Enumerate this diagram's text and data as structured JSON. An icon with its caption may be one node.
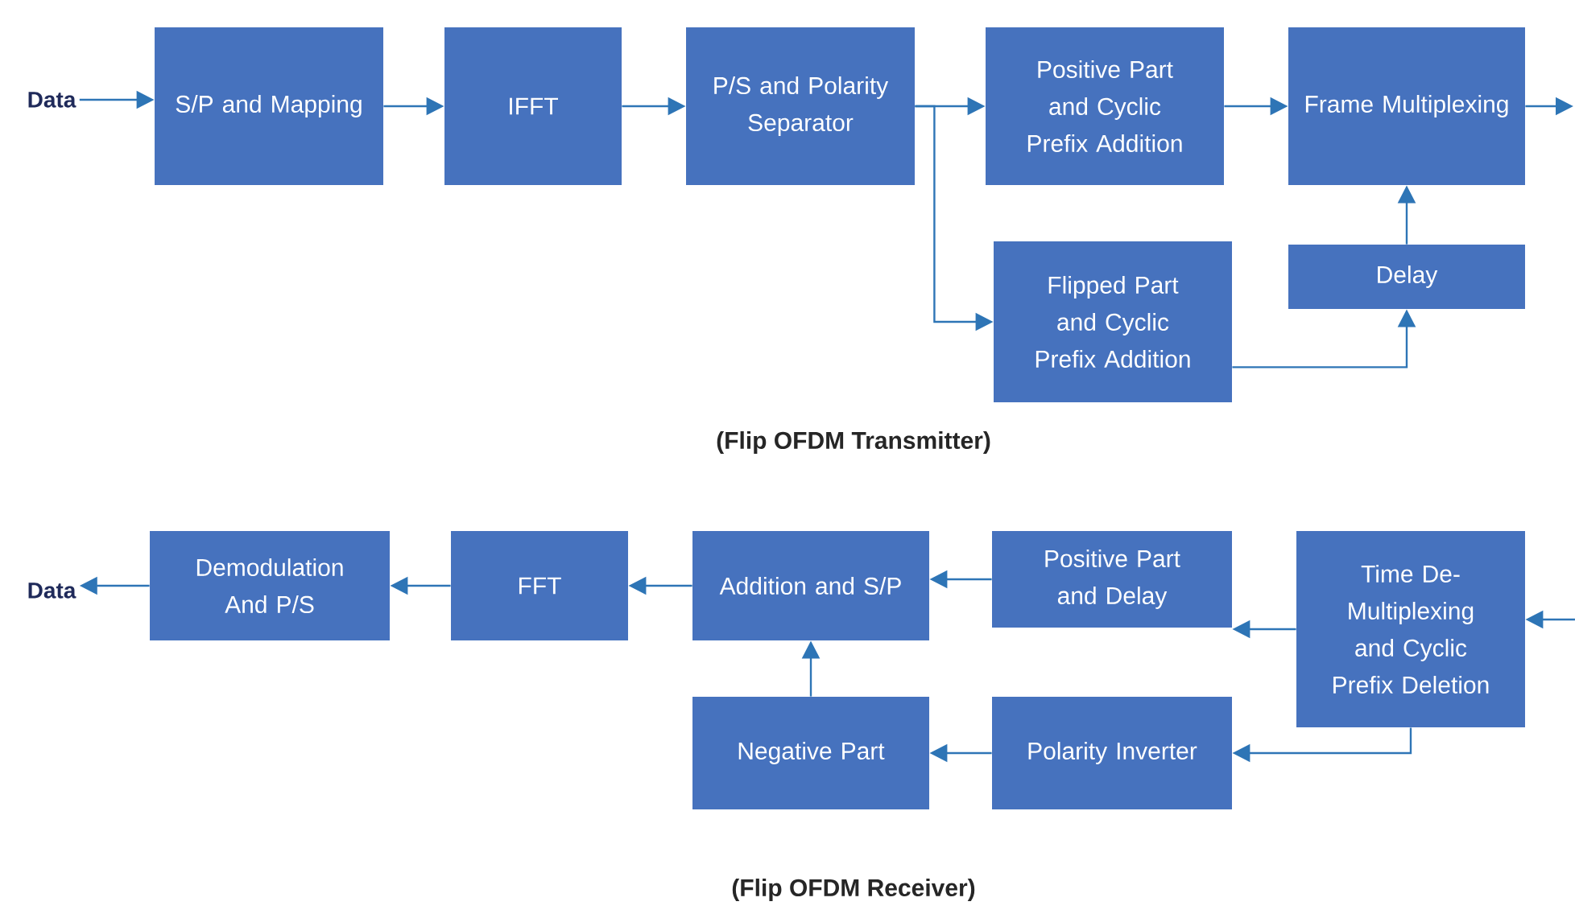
{
  "diagram": {
    "nodes": [
      {
        "text": [
          "Data"
        ]
      },
      {
        "text": [
          "S/P and Mapping"
        ]
      },
      {
        "text": [
          "IFFT"
        ]
      },
      {
        "text": [
          "P/S and Polarity Separator"
        ]
      },
      {
        "text": [
          "Positive Part and Cyclic Prefix Addition"
        ]
      },
      {
        "text": [
          "Frame Multiplexing"
        ]
      },
      {
        "text": [
          "Flipped Part and Cyclic Prefix Addition"
        ]
      },
      {
        "text": [
          "Delay"
        ]
      },
      {
        "text": [
          "Data"
        ]
      },
      {
        "text": [
          "Demodulation And P/S"
        ]
      },
      {
        "text": [
          "FFT"
        ]
      },
      {
        "text": [
          "Addition and S/P"
        ]
      },
      {
        "text": [
          "Positive Part and Delay"
        ]
      },
      {
        "text": [
          "Time De-Multiplexing and Cyclic Prefix Deletion"
        ]
      },
      {
        "text": [
          "Negative Part"
        ]
      },
      {
        "text": [
          "Polarity Inverter"
        ]
      }
    ],
    "edges": [
      {
        "from": 0,
        "to": 1,
        "arrow": "to"
      },
      {
        "from": 1,
        "to": 2,
        "arrow": "to"
      },
      {
        "from": 2,
        "to": 3,
        "arrow": "to"
      },
      {
        "from": 3,
        "to": 4,
        "arrow": "to"
      },
      {
        "from": 3,
        "to": 6,
        "arrow": "to"
      },
      {
        "from": 4,
        "to": 5,
        "arrow": "to"
      },
      {
        "from": 6,
        "to": 7,
        "arrow": "to"
      },
      {
        "from": 7,
        "to": 5,
        "arrow": "to"
      },
      {
        "from": 5,
        "to": null,
        "arrow": "to"
      },
      {
        "from": null,
        "to": 13,
        "arrow": "to"
      },
      {
        "from": 13,
        "to": 12,
        "arrow": "to"
      },
      {
        "from": 12,
        "to": 11,
        "arrow": "to"
      },
      {
        "from": 11,
        "to": 10,
        "arrow": "to"
      },
      {
        "from": 10,
        "to": 9,
        "arrow": "to"
      },
      {
        "from": 9,
        "to": 8,
        "arrow": "to"
      },
      {
        "from": 13,
        "to": 15,
        "arrow": "to"
      },
      {
        "from": 15,
        "to": 14,
        "arrow": "to"
      },
      {
        "from": 14,
        "to": 11,
        "arrow": "to"
      }
    ],
    "labels": [
      "(Flip OFDM Transmitter)",
      "(Flip OFDM Receiver)"
    ]
  }
}
